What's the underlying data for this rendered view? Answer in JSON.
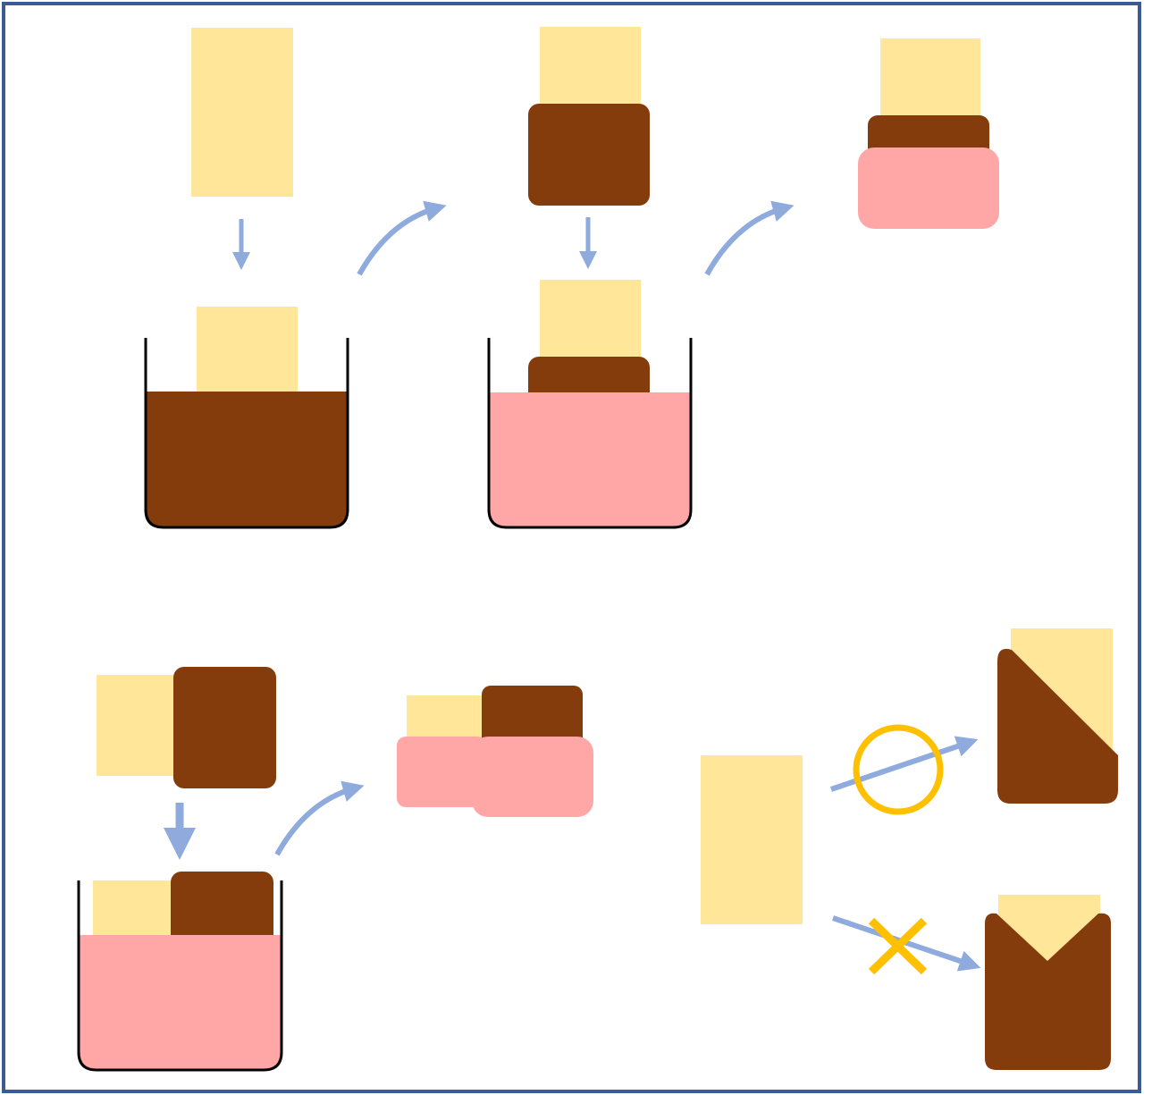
{
  "colors": {
    "frame": "#3C5A96",
    "biscuit": "#FFE699",
    "chocolate": "#843C0C",
    "strawberry": "#FFA7A7",
    "arrow": "#8FAADC",
    "marker": "#FFC000",
    "container_line": "#000000",
    "background": "#FFFFFF"
  },
  "icons": {
    "ok_marker": "circle-icon",
    "ng_marker": "cross-icon"
  },
  "panels": [
    {
      "id": "vertical-dip-sequence",
      "steps": [
        "biscuit",
        "dip-chocolate",
        "chocolate-coated",
        "dip-strawberry",
        "strawberry-coated"
      ]
    },
    {
      "id": "sideways-dip-sequence",
      "steps": [
        "half-chocolate-biscuit",
        "dip-strawberry",
        "strawberry-coated"
      ]
    },
    {
      "id": "coating-shape-comparison",
      "options": [
        {
          "shape": "diagonal-coating",
          "marker": "circle"
        },
        {
          "shape": "v-notch-coating",
          "marker": "cross"
        }
      ]
    }
  ]
}
